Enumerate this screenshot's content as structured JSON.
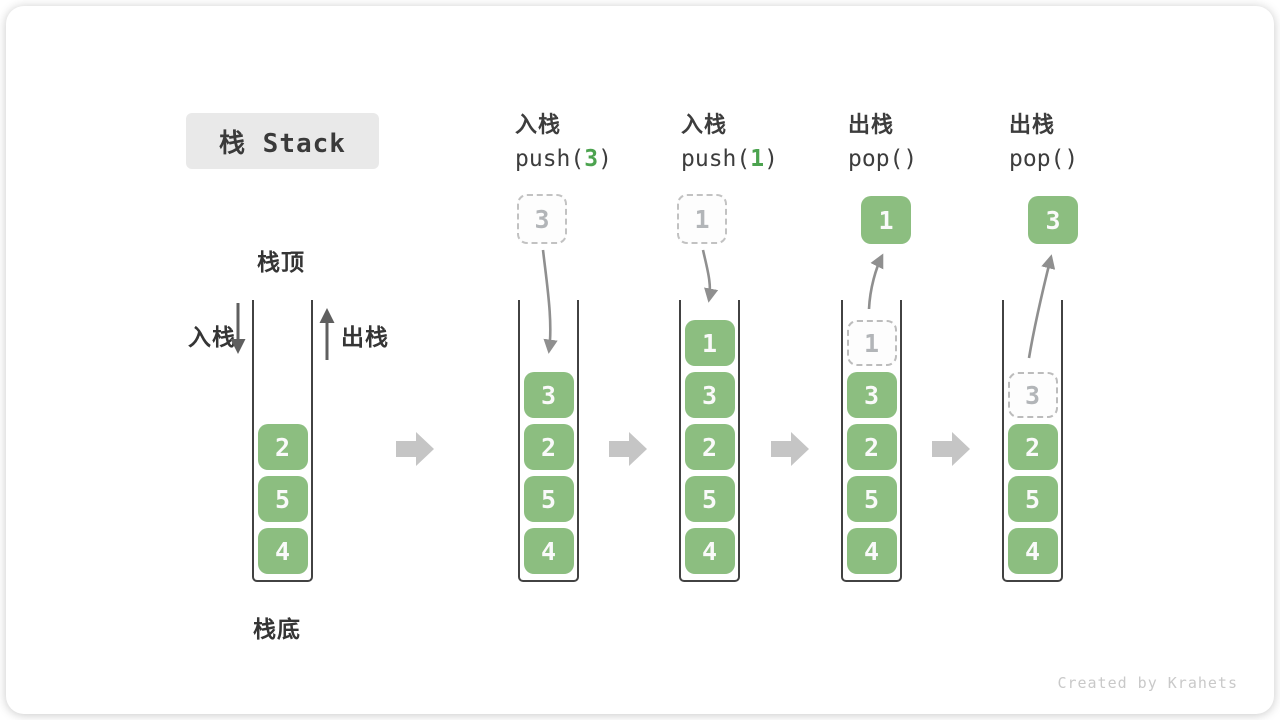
{
  "title": "栈 Stack",
  "footer_credit": "Created by Krahets",
  "side_labels": {
    "top": "栈顶",
    "bottom": "栈底",
    "push": "入栈",
    "pop": "出栈"
  },
  "operations": [
    {
      "label": "入栈",
      "code_fn": "push(",
      "code_arg": "3",
      "code_close": ")"
    },
    {
      "label": "入栈",
      "code_fn": "push(",
      "code_arg": "1",
      "code_close": ")"
    },
    {
      "label": "出栈",
      "code_fn": "pop(",
      "code_arg": "",
      "code_close": ")"
    },
    {
      "label": "出栈",
      "code_fn": "pop(",
      "code_arg": "",
      "code_close": ")"
    }
  ],
  "floating_boxes": [
    {
      "value": "3",
      "style": "ghost"
    },
    {
      "value": "1",
      "style": "ghost"
    },
    {
      "value": "1",
      "style": "solid"
    },
    {
      "value": "3",
      "style": "solid"
    }
  ],
  "stacks": [
    {
      "cells": [
        {
          "value": "2",
          "style": "solid"
        },
        {
          "value": "5",
          "style": "solid"
        },
        {
          "value": "4",
          "style": "solid"
        }
      ]
    },
    {
      "cells": [
        {
          "value": "3",
          "style": "solid"
        },
        {
          "value": "2",
          "style": "solid"
        },
        {
          "value": "5",
          "style": "solid"
        },
        {
          "value": "4",
          "style": "solid"
        }
      ]
    },
    {
      "cells": [
        {
          "value": "1",
          "style": "solid"
        },
        {
          "value": "3",
          "style": "solid"
        },
        {
          "value": "2",
          "style": "solid"
        },
        {
          "value": "5",
          "style": "solid"
        },
        {
          "value": "4",
          "style": "solid"
        }
      ]
    },
    {
      "cells": [
        {
          "value": "1",
          "style": "ghost"
        },
        {
          "value": "3",
          "style": "solid"
        },
        {
          "value": "2",
          "style": "solid"
        },
        {
          "value": "5",
          "style": "solid"
        },
        {
          "value": "4",
          "style": "solid"
        }
      ]
    },
    {
      "cells": [
        {
          "value": "3",
          "style": "ghost"
        },
        {
          "value": "2",
          "style": "solid"
        },
        {
          "value": "5",
          "style": "solid"
        },
        {
          "value": "4",
          "style": "solid"
        }
      ]
    }
  ],
  "colors": {
    "cell_green": "#8CBE80",
    "code_arg_green": "#4CA34F",
    "ghost_border": "#BCBCBC",
    "block_arrow_gray": "#C5C5C5",
    "flow_arrow_gray": "#8F8F8F",
    "text_dark": "#3D3D3D",
    "title_chip_bg": "#E9E9E9"
  }
}
